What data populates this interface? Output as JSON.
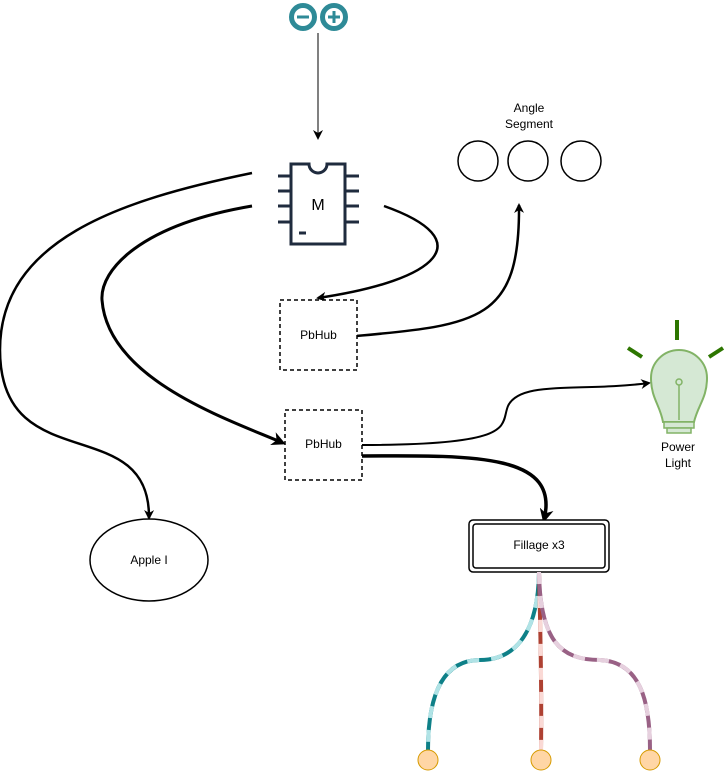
{
  "nodes": {
    "chip": {
      "label": "M"
    },
    "angle_segment": {
      "label_line1": "Angle",
      "label_line2": "Segment"
    },
    "pbhub_top": {
      "label": "PbHub"
    },
    "pbhub_mid": {
      "label": "PbHub"
    },
    "power_light": {
      "label_line1": "Power",
      "label_line2": "Light"
    },
    "apple": {
      "label": "Apple I"
    },
    "fillage": {
      "label": "Fillage x3"
    }
  },
  "colors": {
    "arduino": "#2E8A97",
    "bulb_fill": "#D5E8D4",
    "bulb_stroke": "#82B366",
    "bulb_rays": "#2D7600",
    "chip_stroke": "#1F2B3E",
    "wire_teal": "#0E8088",
    "wire_teal_light": "#B0E3E6",
    "wire_red": "#AE4132",
    "wire_red_light": "#FAD9D5",
    "wire_purple": "#996185",
    "wire_purple_light": "#E6D0DE",
    "connector_fill": "#FFD6A5",
    "connector_stroke": "#D79B00"
  },
  "icons": {
    "arduino": "arduino-logo-icon",
    "chip": "microchip-icon",
    "bulb": "lightbulb-icon"
  }
}
